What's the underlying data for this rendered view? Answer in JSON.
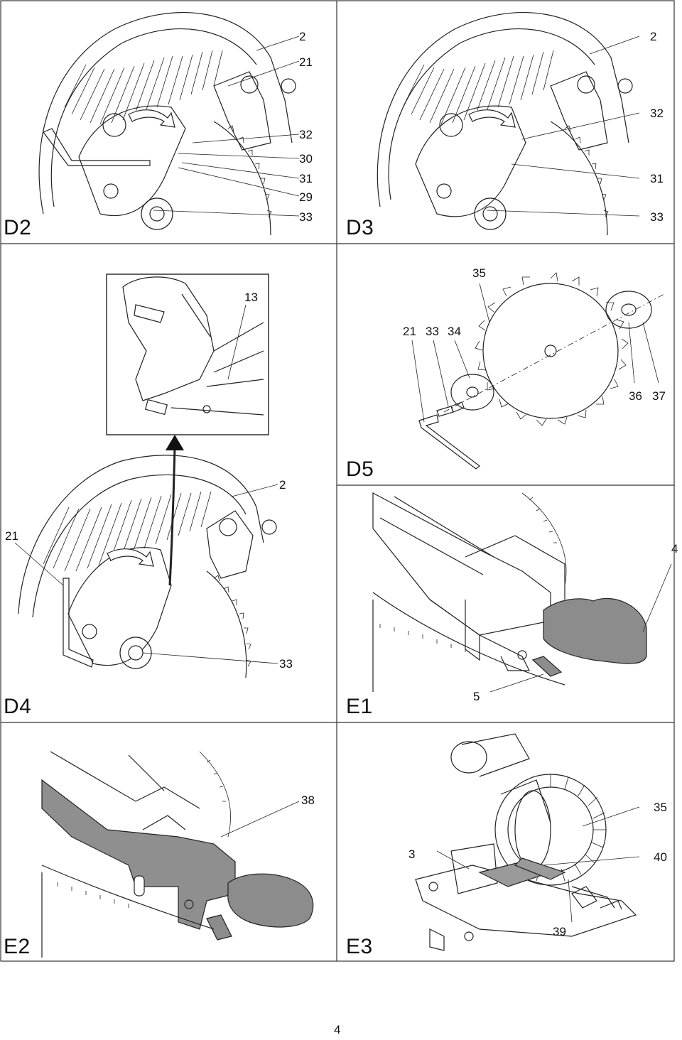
{
  "page_number": "4",
  "colors": {
    "line": "#222222",
    "shade": "#8c8c8c",
    "frame": "#333333"
  },
  "panels": {
    "d2": {
      "label": "D2",
      "callouts": [
        "2",
        "21",
        "32",
        "30",
        "31",
        "29",
        "33"
      ]
    },
    "d3": {
      "label": "D3",
      "callouts": [
        "2",
        "32",
        "31",
        "33"
      ]
    },
    "d4": {
      "label": "D4",
      "callouts": [
        "13",
        "2",
        "21",
        "33"
      ]
    },
    "d5": {
      "label": "D5",
      "callouts": [
        "35",
        "21",
        "33",
        "34",
        "36",
        "37"
      ]
    },
    "e1": {
      "label": "E1",
      "callouts": [
        "4",
        "5"
      ]
    },
    "e2": {
      "label": "E2",
      "callouts": [
        "38"
      ]
    },
    "e3": {
      "label": "E3",
      "callouts": [
        "35",
        "3",
        "40",
        "39"
      ]
    }
  }
}
